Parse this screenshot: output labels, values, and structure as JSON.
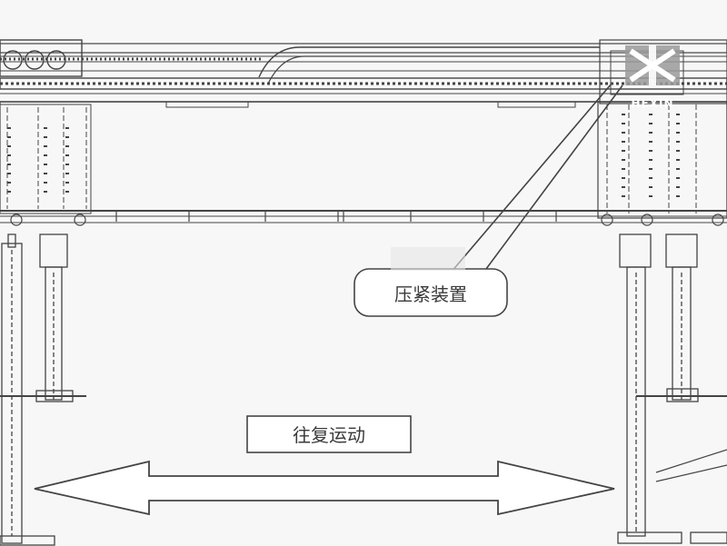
{
  "labels": {
    "clamping_device": "压紧装置",
    "reciprocating_motion": "往复运动"
  },
  "watermark": {
    "text": "HEXIN"
  },
  "colors": {
    "line": "#444444",
    "light_line": "#8a8a8a",
    "watermark_fill": "#9a9a9a"
  }
}
